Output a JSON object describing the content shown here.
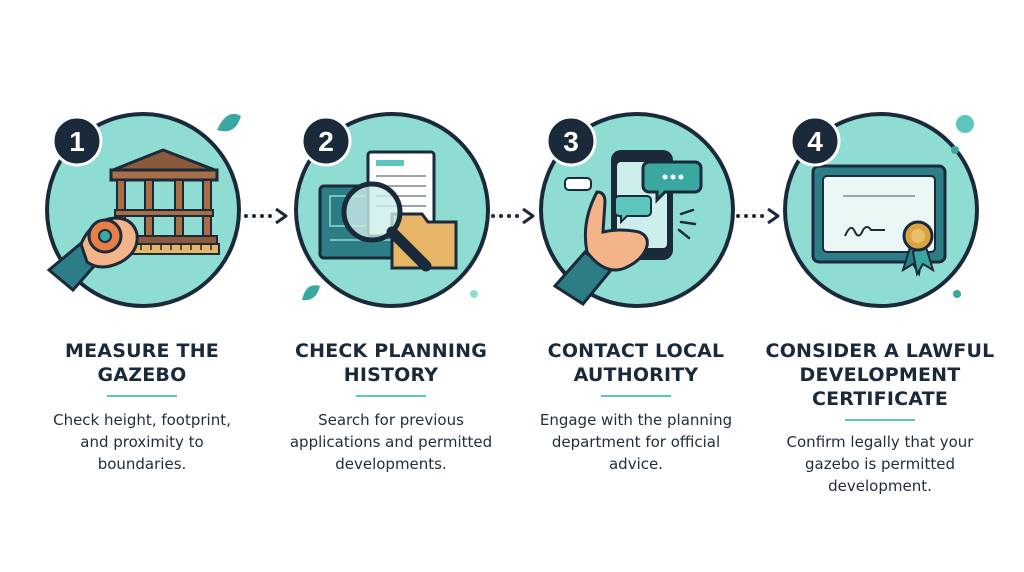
{
  "colors": {
    "navy": "#1b2a3a",
    "teal_light": "#8fdcd3",
    "teal": "#3aa7a0",
    "accent_rule": "#5cc5bd",
    "skin": "#f4b48a",
    "sleeve": "#2d7d86",
    "wood": "#8a5a3a",
    "folder": "#e6b566",
    "gold": "#d9a441"
  },
  "steps": [
    {
      "number": "1",
      "icon": "gazebo-measuring-tape-icon",
      "title": "MEASURE THE\nGAZEBO",
      "description": "Check height, footprint,\nand proximity to\nboundaries."
    },
    {
      "number": "2",
      "icon": "magnifier-documents-icon",
      "title": "CHECK PLANNING\nHISTORY",
      "description": "Search for previous\napplications and permitted\ndevelopments."
    },
    {
      "number": "3",
      "icon": "phone-chat-icon",
      "title": "CONTACT LOCAL\nAUTHORITY",
      "description": "Engage with the planning\ndepartment for official\nadvice."
    },
    {
      "number": "4",
      "icon": "certificate-icon",
      "title": "CONSIDER A LAWFUL\nDEVELOPMENT\nCERTIFICATE",
      "description": "Confirm legally that your\ngazebo is permitted\ndevelopment."
    }
  ]
}
